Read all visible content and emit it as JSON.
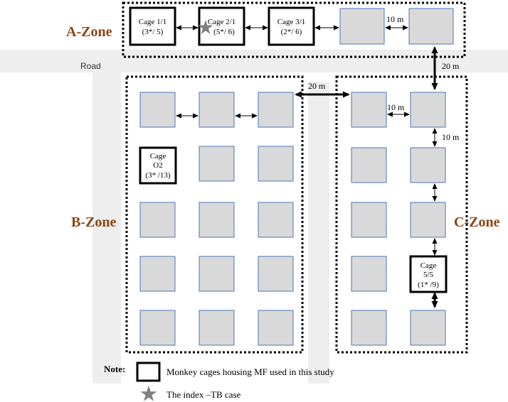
{
  "zones": {
    "a": "A-Zone",
    "b": "B-Zone",
    "c": "C-Zone"
  },
  "road_label": "Road",
  "distances": {
    "a_10m": "10 m",
    "a_c_20m": "20 m",
    "b_c_20m": "20 m",
    "c_10m_h": "10 m",
    "c_10m_v": "10 m"
  },
  "cages": {
    "a1": [
      "Cage 1/1",
      "(3*/ 5)"
    ],
    "a2": [
      "Cage 2/1",
      "(5*/ 6)"
    ],
    "a3": [
      "Cage 3/1",
      "(2*/ 6)"
    ],
    "b_o2": [
      "Cage",
      "O2",
      "(3* /13)"
    ],
    "c_55": [
      "Cage",
      "5/5",
      "(1* /9)"
    ]
  },
  "note": {
    "title": "Note:",
    "box_text": "Monkey cages housing MF used in this study",
    "star_text": "The index –TB case"
  },
  "colors": {
    "zone_title": "#8b4513",
    "cage_fill": "#d9d9d9",
    "cage_border": "#4a76b8",
    "road": "#eeeeee",
    "star": "#808080"
  }
}
